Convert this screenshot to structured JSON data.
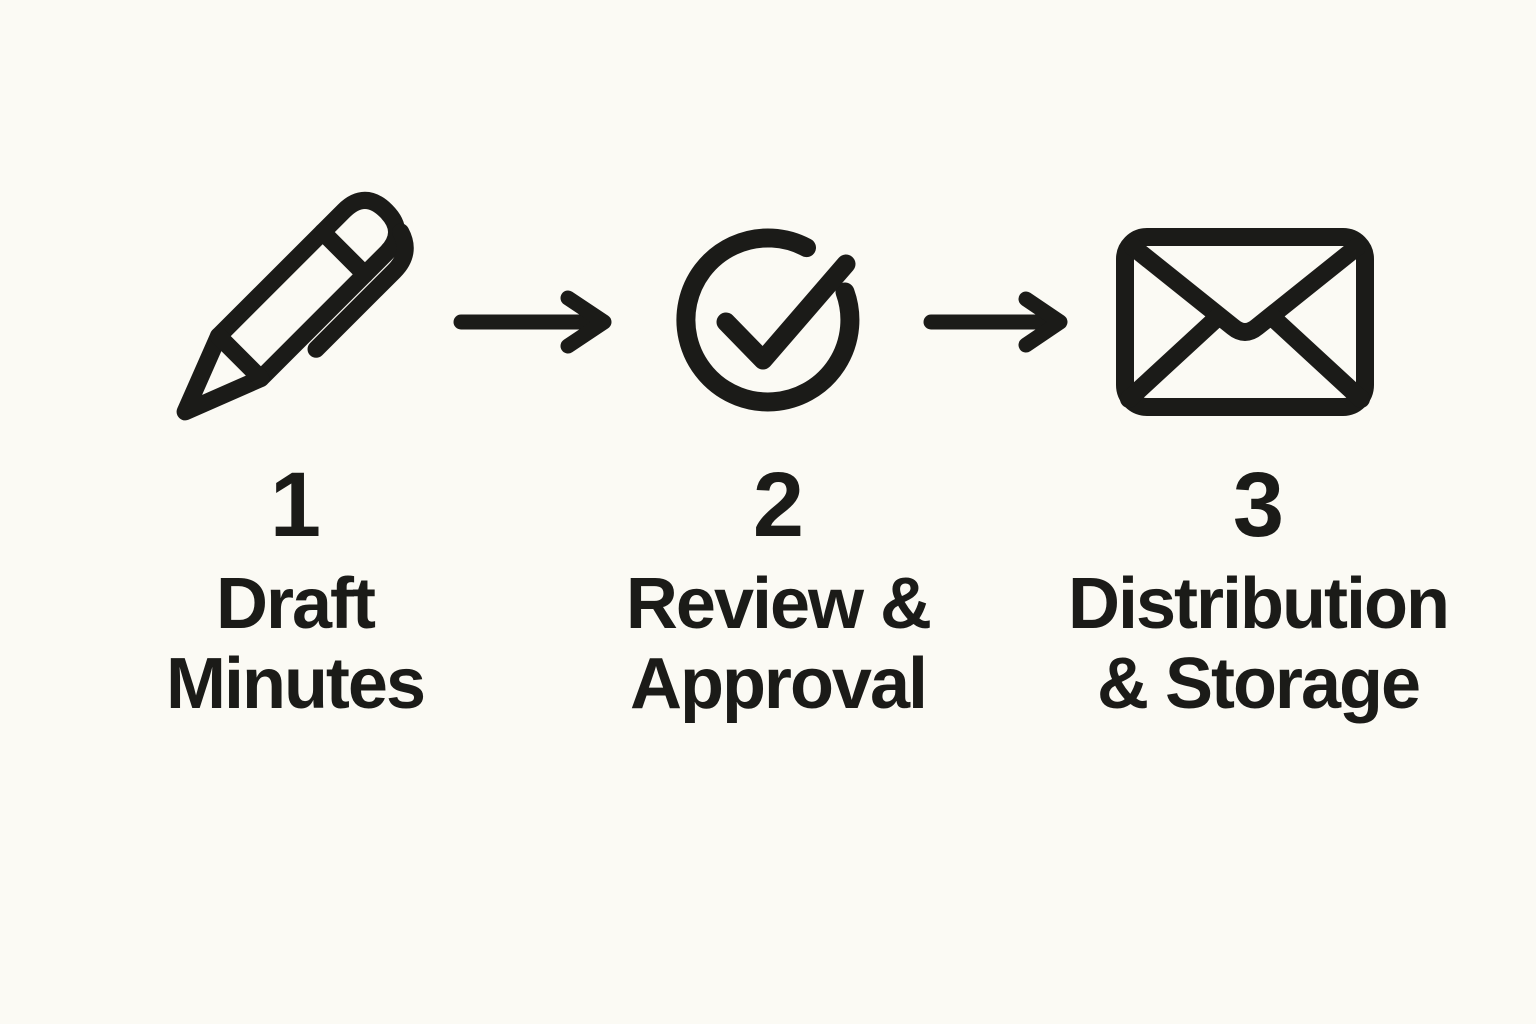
{
  "diagram": {
    "title_semantic": "minutes-process-flow",
    "colors": {
      "background": "#fbfaf4",
      "ink": "#1b1b18"
    },
    "steps": [
      {
        "number": "1",
        "label_line1": "Draft",
        "label_line2": "Minutes",
        "icon": "pen-icon"
      },
      {
        "number": "2",
        "label_line1": "Review &",
        "label_line2": "Approval",
        "icon": "check-circle-icon"
      },
      {
        "number": "3",
        "label_line1": "Distribution",
        "label_line2": "& Storage",
        "icon": "envelope-icon"
      }
    ],
    "connectors": [
      {
        "icon": "arrow-right-icon"
      },
      {
        "icon": "arrow-right-icon"
      }
    ]
  }
}
